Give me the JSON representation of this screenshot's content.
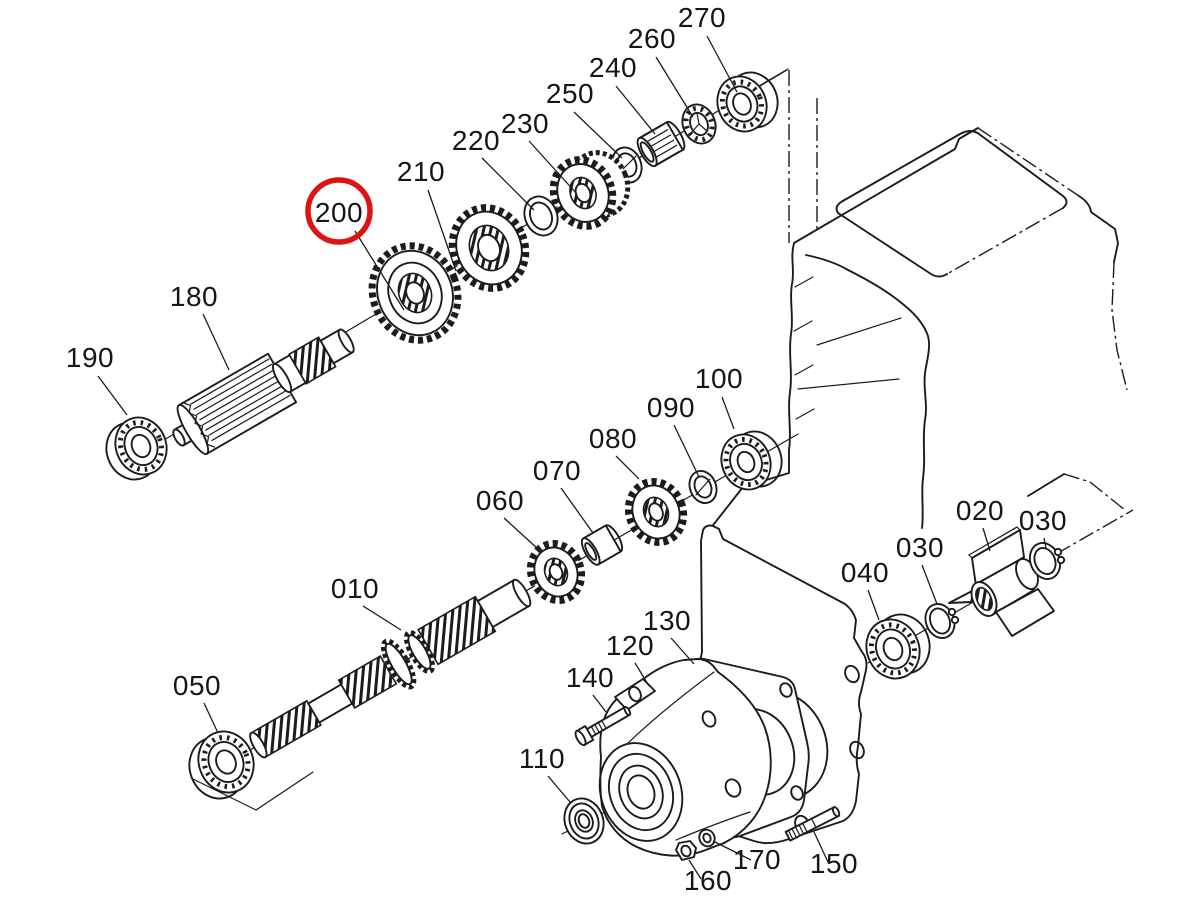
{
  "diagram": {
    "kind": "exploded-parts-diagram",
    "highlighted_callout": "200",
    "colors": {
      "line": "#1c1c1c",
      "background": "#ffffff",
      "highlight": "#dd1512"
    }
  },
  "callouts": {
    "c010": "010",
    "c020": "020",
    "c030_left": "030",
    "c030_right": "030",
    "c040": "040",
    "c050": "050",
    "c060": "060",
    "c070": "070",
    "c080": "080",
    "c090": "090",
    "c100": "100",
    "c110": "110",
    "c120": "120",
    "c130": "130",
    "c140": "140",
    "c150": "150",
    "c160": "160",
    "c170": "170",
    "c180": "180",
    "c190": "190",
    "c200": "200",
    "c210": "210",
    "c220": "220",
    "c230": "230",
    "c240": "240",
    "c250": "250",
    "c260": "260",
    "c270": "270"
  }
}
